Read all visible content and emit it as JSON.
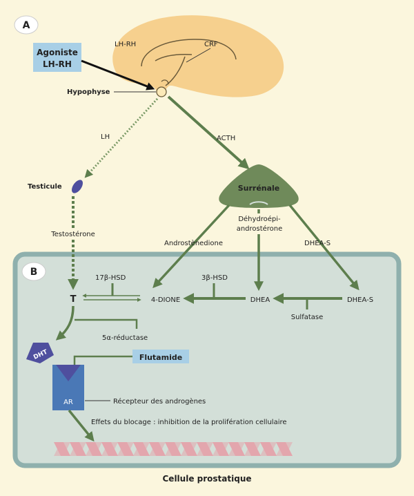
{
  "panels": {
    "a_label": "A",
    "b_label": "B",
    "cell_label": "Cellule prostatique"
  },
  "brain": {
    "lhrh_label": "LH-RH",
    "crf_label": "CRF",
    "hypophyse_label": "Hypophyse"
  },
  "agonist_box": {
    "line1": "Agoniste",
    "line2": "LH-RH"
  },
  "hormones": {
    "lh_label": "LH",
    "acth_label": "ACTH"
  },
  "organs": {
    "testicule_label": "Testicule",
    "surrenale_label": "Surrénale",
    "testosterone_label": "Testostérone"
  },
  "dhea_text": {
    "line1": "Déhydroépi-",
    "line2": "androstérone"
  },
  "pathway": {
    "androstenedione_label": "Androstènedione",
    "dheas_top_label": "DHEA-S",
    "hsd17_label": "17β-HSD",
    "hsd3_label": "3β-HSD",
    "t_label": "T",
    "dione_label": "4-DIONE",
    "dhea_label": "DHEA",
    "dheas_label": "DHEA-S",
    "sulfatase_label": "Sulfatase",
    "reductase_label": "5α-réductase",
    "dht_label": "DHT"
  },
  "flutamide_box": {
    "label": "Flutamide"
  },
  "receptor": {
    "ar_label": "AR",
    "ar_desc": "Récepteur des androgènes"
  },
  "effects": {
    "text": "Effets du blocage : inhibition de la prolifération cellulaire"
  },
  "colors": {
    "background": "#fbf6dd",
    "brain": "#f6d08e",
    "panel_fill": "#d3dfd8",
    "panel_border": "#8fb0ad",
    "arrow_green": "#5d7e4d",
    "surrenale": "#6f8a5a",
    "label_box": "#a8cfe6",
    "ar_blue": "#4a78b6",
    "flutamide_purple": "#4f4f9e",
    "dht_purple": "#4f4f9e",
    "dna_pink": "#e3a6ad"
  }
}
